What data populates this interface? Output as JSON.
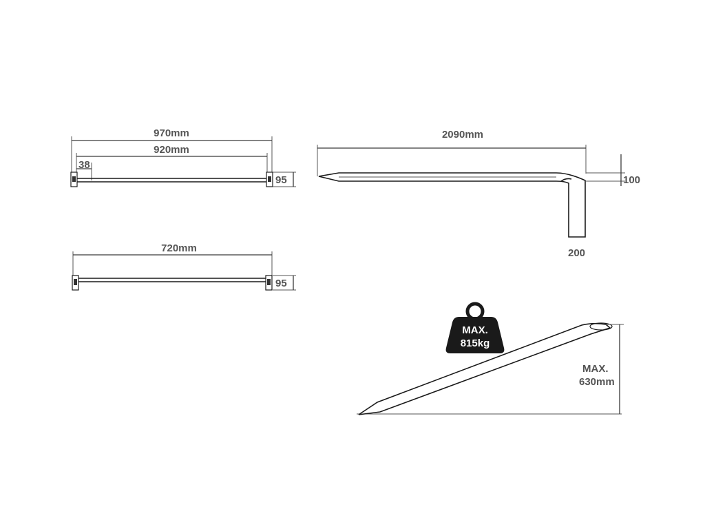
{
  "front_view": {
    "overall_width": "970mm",
    "inner_width": "920mm",
    "rail_width": "38",
    "height": "95"
  },
  "rear_view": {
    "width": "720mm",
    "height": "95"
  },
  "side_view": {
    "length": "2090mm",
    "end_height": "100",
    "hook_depth": "200"
  },
  "ramp_view": {
    "max_height_line1": "MAX.",
    "max_height_line2": "630mm",
    "weight_line1": "MAX.",
    "weight_line2": "815kg",
    "weight_icon": "weight-icon"
  }
}
